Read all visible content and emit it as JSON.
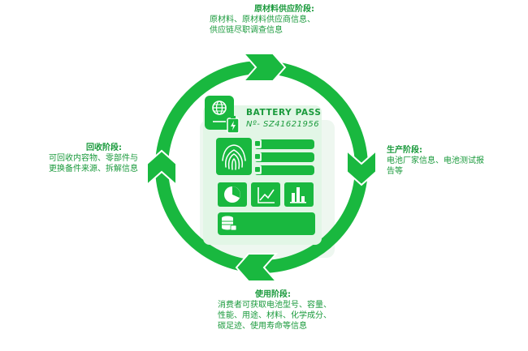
{
  "colors": {
    "primary": "#19b83f",
    "dark": "#139b34",
    "card": "#e2f6e6",
    "shadow": "#eef7f0"
  },
  "passport": {
    "title": "BATTERY PASS",
    "number": "Nº- SZ41621956",
    "icons": [
      "globe-icon",
      "battery-charge-icon",
      "fingerprint-icon",
      "pie-chart-icon",
      "line-chart-icon",
      "bar-chart-icon",
      "database-lock-icon"
    ]
  },
  "stages": {
    "supply": {
      "title": "原材料供应阶段:",
      "desc_lines": [
        "原材料、原材料供应商信息、",
        "供应链尽职调查信息"
      ]
    },
    "production": {
      "title": "生产阶段:",
      "desc_lines": [
        "电池厂家信息、电池测试报",
        "告等"
      ]
    },
    "usage": {
      "title": "使用阶段:",
      "desc_lines": [
        "消费者可获取电池型号、容量、",
        "性能、用途、材料、化学成分、",
        "碳足迹、使用寿命等信息"
      ]
    },
    "recycling": {
      "title": "回收阶段:",
      "desc_lines": [
        "可回收内容物、零部件与",
        "更换备件来源、拆解信息"
      ]
    }
  }
}
